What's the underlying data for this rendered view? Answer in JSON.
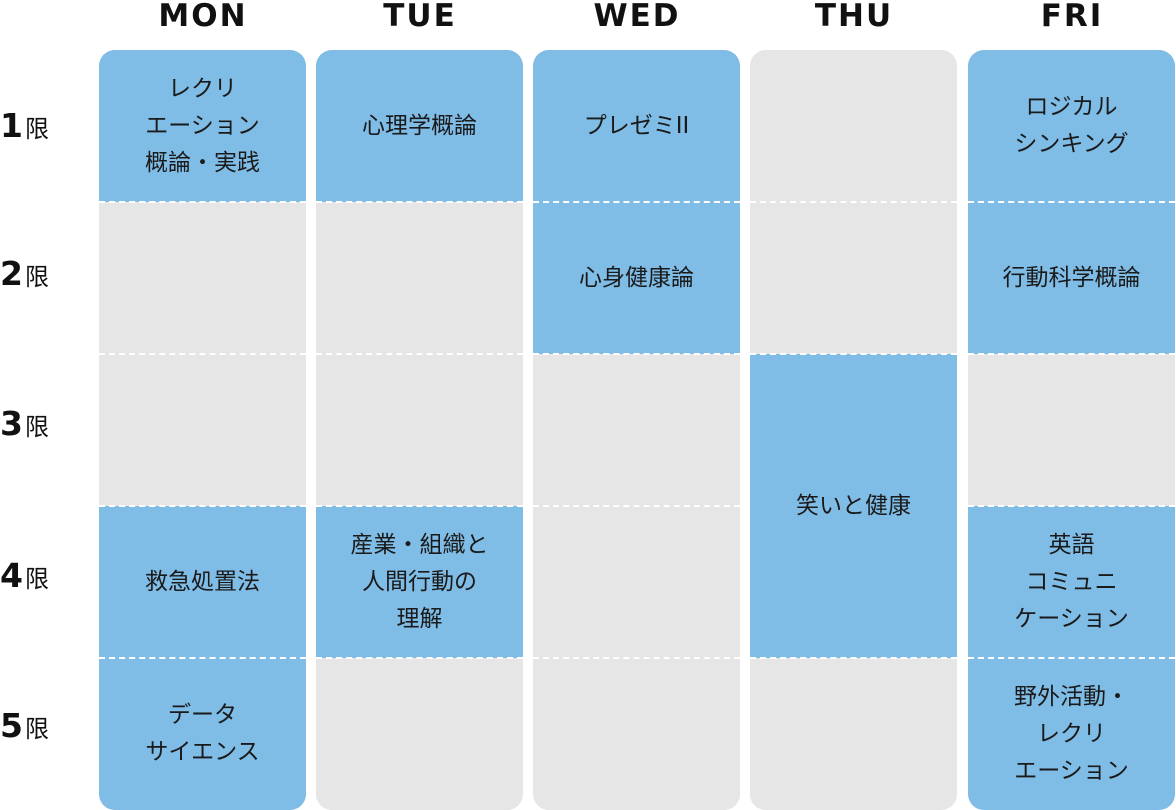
{
  "days": [
    "MON",
    "TUE",
    "WED",
    "THU",
    "FRI"
  ],
  "period_suffix": "限",
  "periods": [
    "1",
    "2",
    "3",
    "4",
    "5"
  ],
  "colors": {
    "filled": "#7fbce6",
    "empty": "#e6e6e6",
    "divider": "#ffffff",
    "text": "#1a1a1a"
  },
  "schedule": [
    {
      "day": "MON",
      "classes": [
        {
          "start": 1,
          "span": 1,
          "label": "レクリ\nエーション\n概論・実践"
        },
        {
          "start": 4,
          "span": 1,
          "label": "救急処置法"
        },
        {
          "start": 5,
          "span": 1,
          "label": "データ\nサイエンス"
        }
      ]
    },
    {
      "day": "TUE",
      "classes": [
        {
          "start": 1,
          "span": 1,
          "label": "心理学概論"
        },
        {
          "start": 4,
          "span": 1,
          "label": "産業・組織と\n人間行動の\n理解"
        }
      ]
    },
    {
      "day": "WED",
      "classes": [
        {
          "start": 1,
          "span": 1,
          "label": "プレゼミII"
        },
        {
          "start": 2,
          "span": 1,
          "label": "心身健康論"
        }
      ]
    },
    {
      "day": "THU",
      "classes": [
        {
          "start": 3,
          "span": 2,
          "label": "笑いと健康"
        }
      ]
    },
    {
      "day": "FRI",
      "classes": [
        {
          "start": 1,
          "span": 1,
          "label": "ロジカル\nシンキング"
        },
        {
          "start": 2,
          "span": 1,
          "label": "行動科学概論"
        },
        {
          "start": 4,
          "span": 1,
          "label": "英語\nコミュニ\nケーション"
        },
        {
          "start": 5,
          "span": 1,
          "label": "野外活動・\nレクリ\nエーション"
        }
      ]
    }
  ]
}
